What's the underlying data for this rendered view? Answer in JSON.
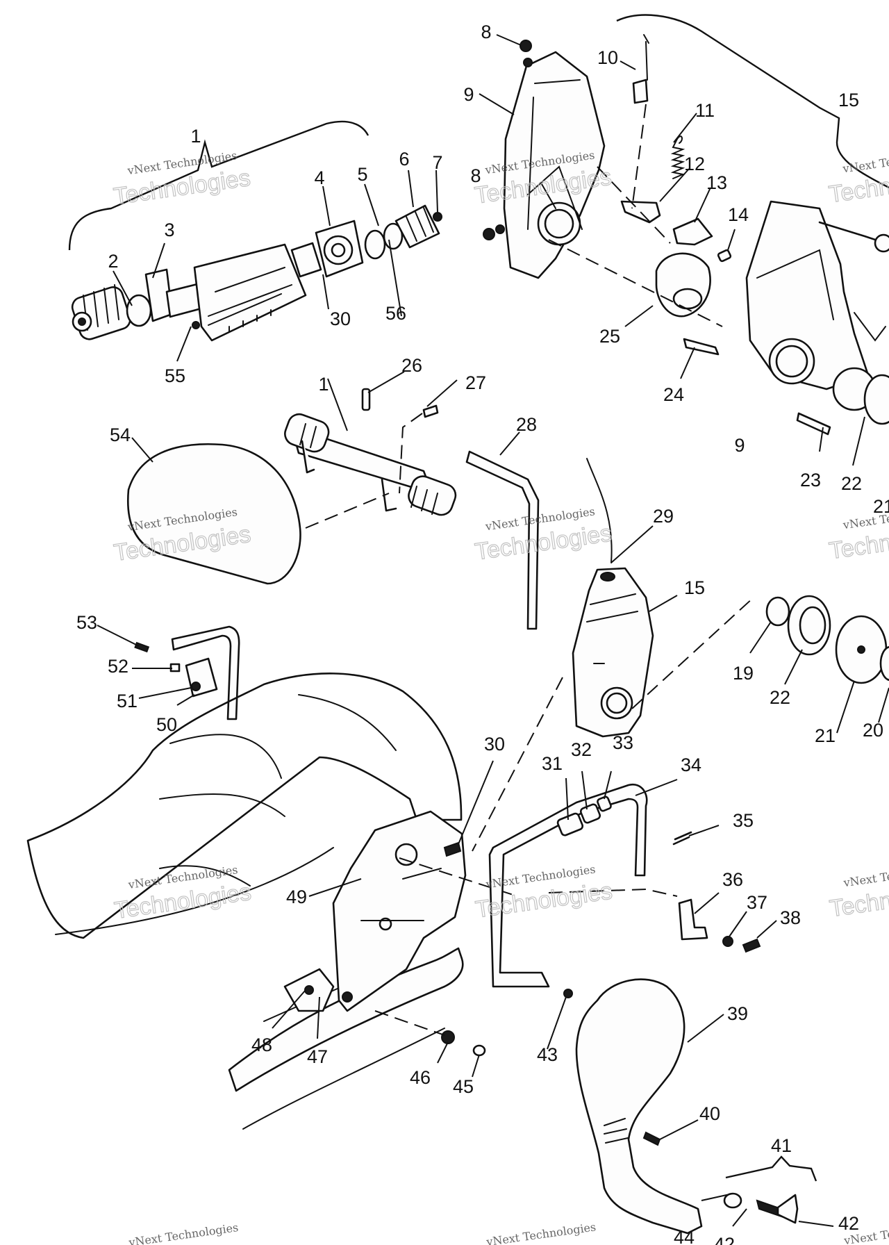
{
  "watermark": {
    "line1": "vNext Technologies",
    "line2": "Technologies"
  },
  "callouts": [
    "1",
    "2",
    "3",
    "4",
    "5",
    "6",
    "7",
    "8",
    "9",
    "10",
    "11",
    "12",
    "13",
    "14",
    "15",
    "19",
    "20",
    "21",
    "22",
    "23",
    "24",
    "25",
    "26",
    "27",
    "28",
    "29",
    "30",
    "31",
    "32",
    "33",
    "34",
    "35",
    "36",
    "37",
    "38",
    "39",
    "40",
    "41",
    "42",
    "43",
    "44",
    "45",
    "46",
    "47",
    "48",
    "49",
    "50",
    "51",
    "52",
    "53",
    "54",
    "55",
    "56"
  ]
}
